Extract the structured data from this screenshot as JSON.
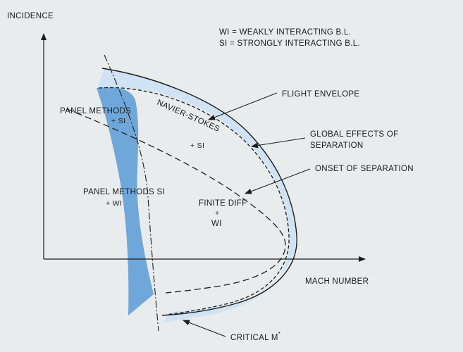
{
  "axes": {
    "y_label": "INCIDENCE",
    "x_label": "MACH NUMBER"
  },
  "legend": {
    "line1": "WI = WEAKLY INTERACTING B.L.",
    "line2": "SI  = STRONGLY INTERACTING B.L."
  },
  "annotations": {
    "flight_envelope": "FLIGHT ENVELOPE",
    "global_effects_line1": "GLOBAL EFFECTS OF",
    "global_effects_line2": "SEPARATION",
    "onset_of_separation": "ONSET OF SEPARATION",
    "critical_mach": "CRITICAL M",
    "critical_mach_sup": "*"
  },
  "regions": {
    "navier_stokes": "NAVIER-STOKES",
    "ns_si": "+ SI",
    "panel_si_line1": "PANEL METHODS",
    "panel_si_line2": "+ SI",
    "panel_wi_line1": "PANEL METHODS SI",
    "panel_wi_line2": "+ WI",
    "finite_diff_line1": "FINITE DIFF",
    "finite_diff_line2": "+",
    "finite_diff_line3": "WI"
  },
  "colors": {
    "panel_band": "#6fa7da",
    "navier_band": "#cfe3f4",
    "background": "#e9ecec",
    "ink": "#1c1c1c"
  }
}
